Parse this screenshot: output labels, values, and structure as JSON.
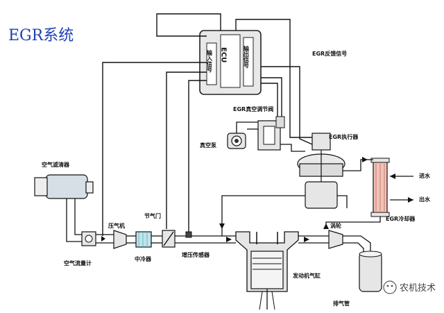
{
  "title": "EGR系统",
  "ecu": {
    "center": "ECU",
    "input": "输入信号",
    "output": "输出信号"
  },
  "labels": {
    "egr_feedback": "EGR反馈信号",
    "egr_vacuum_valve": "EGR真空调节阀",
    "vacuum_pump": "真空泵",
    "egr_actuator": "EGR执行器",
    "air_filter": "空气滤清器",
    "inlet_water": "进水",
    "outlet_water": "出水",
    "egr_cooler": "EGR冷却器",
    "throttle": "节气门",
    "compressor": "压气机",
    "turbine": "涡轮",
    "airflow_meter": "空气流量计",
    "intercooler": "中冷器",
    "boost_sensor": "增压传感器",
    "engine_cylinder": "发动机气缸",
    "exhaust_pipe": "排气管"
  },
  "watermark": "农机技术"
}
